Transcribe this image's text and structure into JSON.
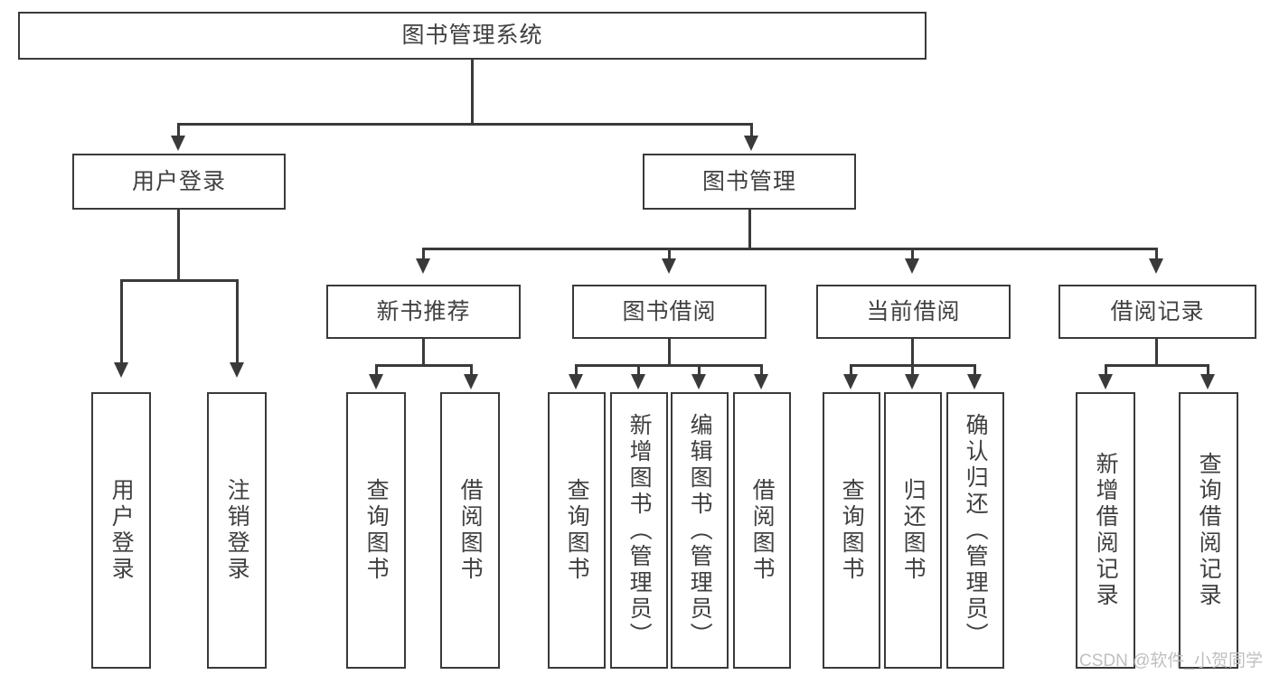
{
  "diagram": {
    "title": "图书管理系统",
    "type": "tree",
    "root": {
      "label": "图书管理系统"
    },
    "level1": [
      {
        "label": "用户登录"
      },
      {
        "label": "图书管理"
      }
    ],
    "level2": [
      {
        "label": "新书推荐"
      },
      {
        "label": "图书借阅"
      },
      {
        "label": "当前借阅"
      },
      {
        "label": "借阅记录"
      }
    ],
    "leaves": {
      "user_login": [
        {
          "label": "用户登录"
        },
        {
          "label": "注销登录"
        }
      ],
      "new_books": [
        {
          "label": "查询图书"
        },
        {
          "label": "借阅图书"
        }
      ],
      "borrow_books": [
        {
          "label": "查询图书"
        },
        {
          "label": "新增图书（管理员）"
        },
        {
          "label": "编辑图书（管理员）"
        },
        {
          "label": "借阅图书"
        }
      ],
      "current_borrow": [
        {
          "label": "查询图书"
        },
        {
          "label": "归还图书"
        },
        {
          "label": "确认归还（管理员）"
        }
      ],
      "borrow_records": [
        {
          "label": "新增借阅记录"
        },
        {
          "label": "查询借阅记录"
        }
      ]
    }
  },
  "watermark": {
    "text": "CSDN @软件_小贺同学"
  },
  "colors": {
    "border": "#3a3a3a",
    "text": "#404040",
    "background": "#ffffff",
    "watermark": "#bfbfbf"
  }
}
